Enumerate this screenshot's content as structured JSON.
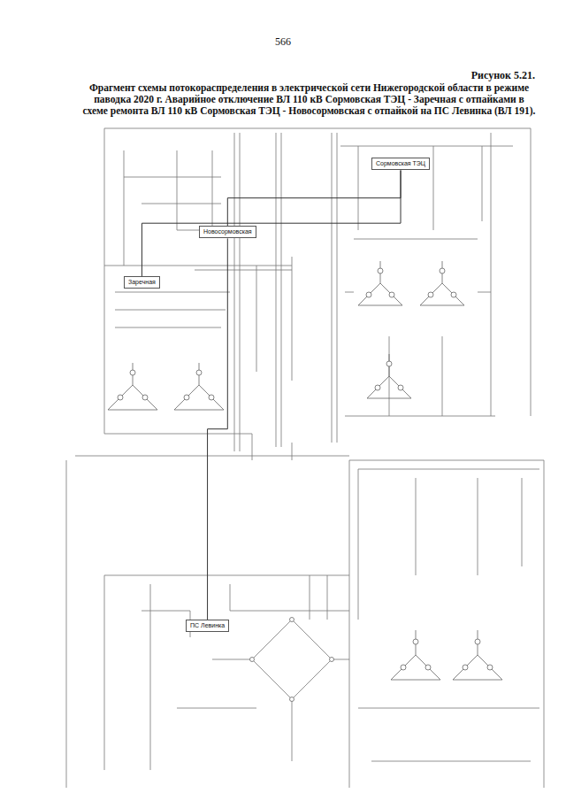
{
  "diagram": {
    "title": "Фрагмент схемы потокораспределения в электрической сети Нижегородской области в режиме паводка 2020 г. Аварийное отключение ВЛ 110 кВ Сормовская ТЭЦ - Заречная с отпайками в схеме ремонта ВЛ 110 кВ Сормовская ТЭЦ - Новосормовская с отпайкой на ПС Левинка (ВЛ 191).",
    "nodes": [
      {
        "text": [
          "Сормовская ТЭЦ"
        ]
      },
      {
        "text": [
          "Заречная"
        ]
      },
      {
        "text": [
          "Новосормовская"
        ]
      },
      {
        "text": [
          "ПС Левинка"
        ]
      }
    ],
    "edges": [
      {
        "from": 0,
        "to": 1,
        "arrow": "none"
      },
      {
        "from": 0,
        "to": 2,
        "arrow": "none"
      },
      {
        "from": 2,
        "to": 3,
        "arrow": "none"
      }
    ],
    "labels": [
      "566",
      "Рисунок 5.21."
    ]
  }
}
